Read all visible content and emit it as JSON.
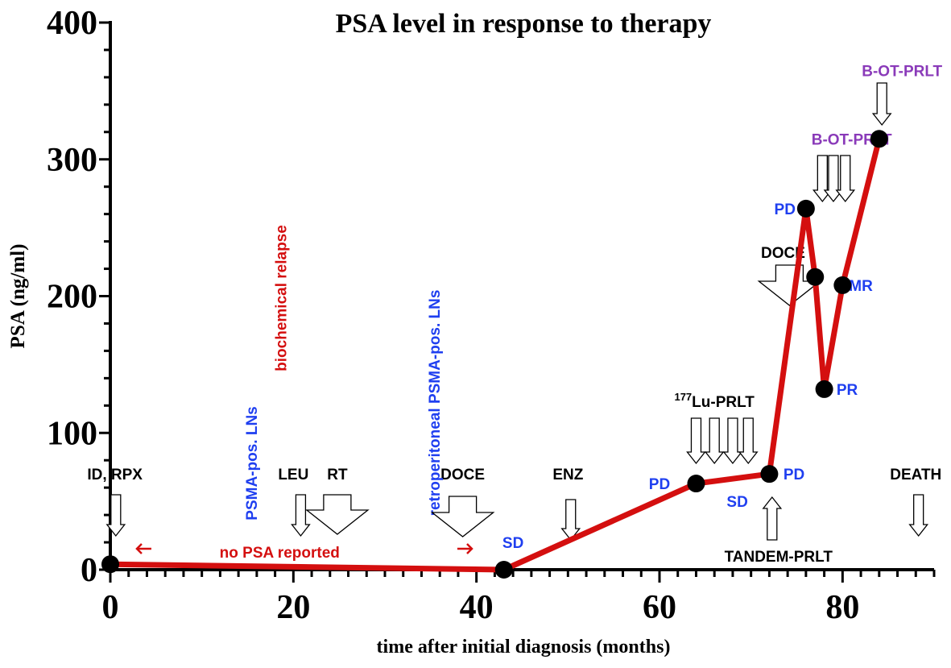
{
  "chart_data": {
    "type": "line",
    "title": "PSA level in response to therapy",
    "xlabel": "time after initial diagnosis (months)",
    "ylabel": "PSA (ng/ml)",
    "xlim": [
      0,
      90
    ],
    "ylim": [
      0,
      400
    ],
    "x_ticks": [
      0,
      20,
      40,
      60,
      80
    ],
    "y_ticks": [
      0,
      100,
      200,
      300,
      400
    ],
    "grid": false,
    "colors": {
      "line": "#d40f0f",
      "marker": "#000000",
      "blue_label": "#1f3ff0",
      "purple_label": "#8a3ab9",
      "red_label": "#d40f0f"
    },
    "series": [
      {
        "x": [
          0,
          43,
          64,
          72,
          76,
          77,
          78,
          80,
          84
        ],
        "y": [
          4,
          0,
          63,
          70,
          264,
          214,
          132,
          208,
          315
        ]
      }
    ],
    "annotations": {
      "black": [
        {
          "text": "ID, RPX",
          "x": 0.5,
          "y": 70
        },
        {
          "text": "LEU",
          "x": 20,
          "y": 70
        },
        {
          "text": "RT",
          "x": 24.8,
          "y": 70
        },
        {
          "text": "DOCE",
          "x": 38.5,
          "y": 70
        },
        {
          "text": "ENZ",
          "x": 50,
          "y": 70
        },
        {
          "text": "DOCE",
          "x": 73.5,
          "y": 232
        },
        {
          "text": "TANDEM-PRLT",
          "x": 73,
          "y": 10
        },
        {
          "text": "DEATH",
          "x": 88,
          "y": 70
        }
      ],
      "lu_label": {
        "sup": "177",
        "text": "Lu-PRLT",
        "x": 66,
        "y": 123
      },
      "blue": [
        {
          "text": "SD",
          "x": 44,
          "y": 20
        },
        {
          "text": "PD",
          "x": 60,
          "y": 63
        },
        {
          "text": "SD",
          "x": 68.5,
          "y": 50
        },
        {
          "text": "PD",
          "x": 74.7,
          "y": 70
        },
        {
          "text": "PD",
          "x": 73.7,
          "y": 264
        },
        {
          "text": "MR",
          "x": 82,
          "y": 208
        },
        {
          "text": "PR",
          "x": 80.5,
          "y": 132
        }
      ],
      "purple": [
        {
          "text": "B-OT-PRLT",
          "x": 81,
          "y": 315
        },
        {
          "text": "B-OT-PRLT",
          "x": 86.5,
          "y": 365
        }
      ],
      "red": [
        {
          "text": "no PSA reported",
          "x": 18.5,
          "y": 13
        }
      ],
      "vertical_blue": [
        {
          "text": "PSMA-pos. LNs",
          "x": 16
        },
        {
          "text": "retroperitoneal PSMA-pos. LNs",
          "x": 36
        }
      ],
      "vertical_red": [
        {
          "text": "biochemical relapse",
          "x": 16.5
        }
      ]
    }
  }
}
